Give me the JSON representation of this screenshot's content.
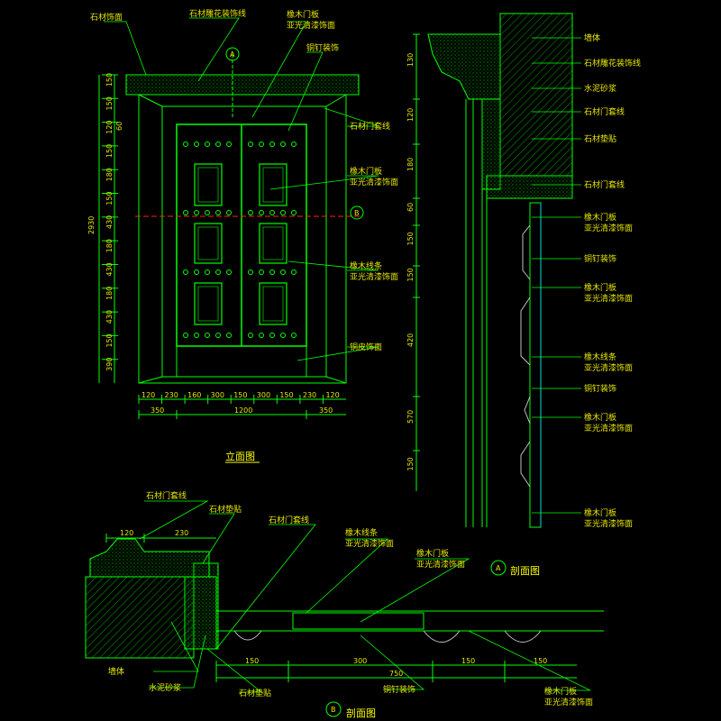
{
  "colors": {
    "background": "#000000",
    "linework": "#00ff00",
    "text": "#e6e600",
    "dimension": "#00ff00",
    "hatch": "#00cc00",
    "accent_red": "#ff2020",
    "section_gray": "#c0c0c0",
    "cyan": "#00e0e0"
  },
  "elevation": {
    "title": "立面图",
    "labels": {
      "stone_trim": "石材饰面",
      "stone_carved_line": "石材雕花装饰线",
      "wood_panel_a": "橡木门板",
      "wood_panel_b": "亚光清漆饰面",
      "copper_nail": "铜钉装饰",
      "stone_frame": "石材门套线",
      "wood_panel2_a": "橡木门板",
      "wood_panel2_b": "亚光清漆饰面",
      "wood_strip_a": "橡木线条",
      "wood_strip_b": "亚光清漆饰面",
      "copper_skin": "铜皮饰面",
      "marker_a": "A",
      "marker_b": "B"
    },
    "left_dims": [
      "150",
      "150",
      "120",
      "150",
      "180",
      "150",
      "430",
      "180",
      "430",
      "180",
      "430",
      "150",
      "390"
    ],
    "left_small": [
      "60"
    ],
    "total_height": "2930",
    "bottom_dims": [
      "120",
      "230",
      "160",
      "300",
      "150",
      "300",
      "150",
      "230",
      "120"
    ],
    "overall_dims": [
      "350",
      "1200",
      "350"
    ]
  },
  "section_a": {
    "title": "剖面图",
    "marker": "A",
    "left_dims": [
      "130",
      "120",
      "180",
      "60",
      "150",
      "150",
      "420",
      "570",
      "150"
    ],
    "labels": [
      "墙体",
      "石材雕花装饰线",
      "水泥砂浆",
      "石材门套线",
      "石材垫贴",
      "石材门套线",
      "橡木门板",
      "亚光清漆饰面",
      "铜钉装饰",
      "橡木门板",
      "亚光清漆饰面",
      "橡木线条",
      "亚光清漆饰面",
      "铜钉装饰",
      "橡木门板",
      "亚光清漆饰面",
      "橡木门板",
      "亚光清漆饰面"
    ]
  },
  "section_b": {
    "title": "剖面图",
    "marker": "B",
    "labels": {
      "stone_frame": "石材门套线",
      "stone_pad": "石材垫贴",
      "stone_frame2": "石材门套线",
      "wood_strip_a": "橡木线条",
      "wood_strip_b": "亚光清漆饰面",
      "wood_panel_a": "橡木门板",
      "wood_panel_b": "亚光清漆饰面",
      "wall": "墙体",
      "mortar": "水泥砂浆",
      "stone_pad2": "石材垫贴",
      "copper_nail": "铜钉装饰",
      "wood_panel2_a": "橡木门板",
      "wood_panel2_b": "亚光清漆饰面"
    },
    "top_dims": [
      "120",
      "230"
    ],
    "bottom_dims": [
      "150",
      "300",
      "150",
      "150"
    ],
    "overall": "750"
  }
}
